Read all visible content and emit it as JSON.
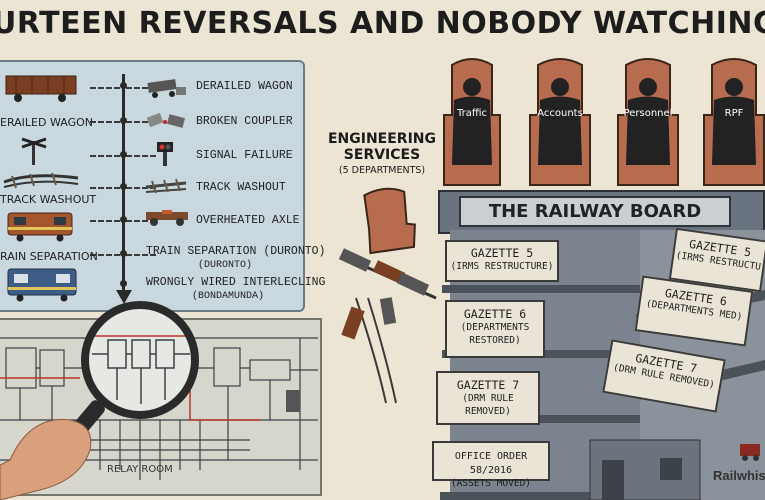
{
  "title": "URTEEN REVERSALS AND NOBODY WATCHING THE WI",
  "timeline": {
    "right": [
      {
        "label": "DERAILED WAGON",
        "sub": "",
        "icon": "derailed-wagon-icon"
      },
      {
        "label": "BROKEN COUPLER",
        "sub": "",
        "icon": "broken-coupler-icon"
      },
      {
        "label": "SIGNAL FAILURE",
        "sub": "",
        "icon": "signal-icon"
      },
      {
        "label": "TRACK WASHOUT",
        "sub": "",
        "icon": "track-washout-icon"
      },
      {
        "label": "OVERHEATED AXLE",
        "sub": "",
        "icon": "axle-icon"
      },
      {
        "label": "TRAIN SEPARATION (DURONTO)",
        "sub": "(DURONTO)",
        "icon": ""
      },
      {
        "label": "WRONGLY WIRED INTERLECLING",
        "sub": "(BONDAMUNDA)",
        "icon": ""
      }
    ],
    "left": [
      {
        "label": "ERAILED WAGON",
        "icon": "wagon-icon"
      },
      {
        "label": "TRACK WASHOUT",
        "icon": "washout-icon"
      },
      {
        "label": "RAIN SEPARATION",
        "icon": "locomotive-icon"
      }
    ]
  },
  "circuit": {
    "label": "RELAY ROOM"
  },
  "engineering": {
    "title": "ENGINEERING SERVICES",
    "sub": "(5 DEPARTMENTS)"
  },
  "board": {
    "label": "THE RAILWAY BOARD"
  },
  "chairs": [
    "Traffic",
    "Accounts",
    "Personnel",
    "RPF"
  ],
  "gazettes": [
    {
      "title": "GAZETTE 5",
      "sub": "(IRMS RESTRUCTURE)"
    },
    {
      "title": "GAZETTE 6",
      "sub": "(DEPARTMENTS RESTORED)"
    },
    {
      "title": "GAZETTE 7",
      "sub": "(DRM RULE REMOVED)"
    },
    {
      "title": "OFFICE ORDER 58/2016",
      "sub": "(ASSETS MOVED)"
    }
  ],
  "gazettes_right": [
    {
      "title": "GAZETTE 5",
      "sub": "(IRMS RESTRUCTU"
    },
    {
      "title": "GAZETTE 6",
      "sub": "(DEPARTMENTS MED)"
    },
    {
      "title": "GAZETTE 7",
      "sub": "(DRM RULE REMOVED)"
    }
  ],
  "brand": "Railwhis",
  "colors": {
    "background": "#ece5d3",
    "timeline_panel": "#c9d8df",
    "board": "#6a7480",
    "chair": "#b86c4f"
  }
}
